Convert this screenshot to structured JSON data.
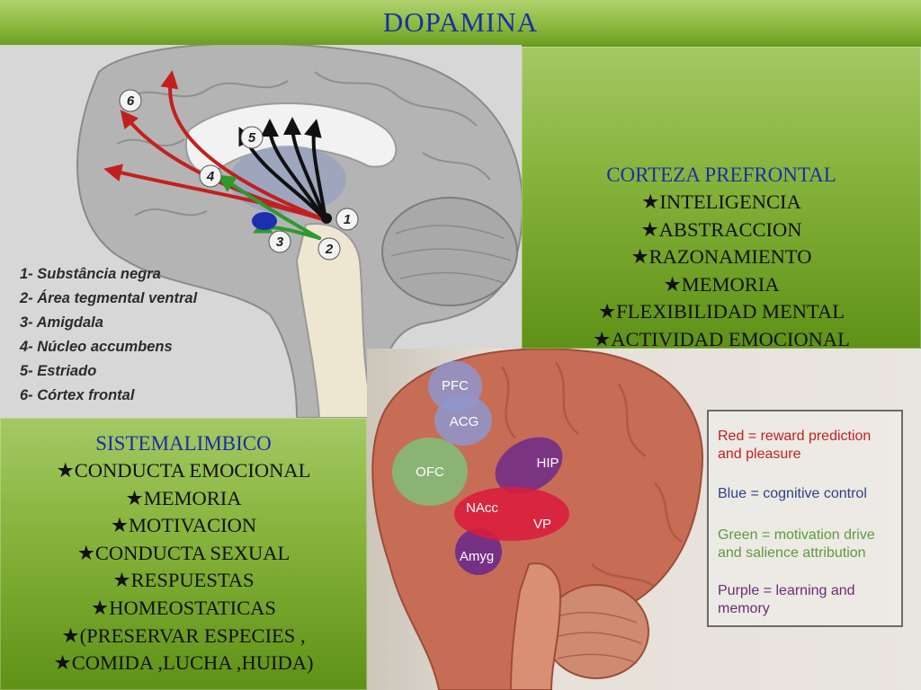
{
  "title": "DOPAMINA",
  "brain_diagram": {
    "markers": [
      "1",
      "2",
      "3",
      "4",
      "5",
      "6"
    ],
    "legend": [
      "1- Substância negra",
      "2- Área tegmental ventral",
      "3- Amigdala",
      "4- Núcleo accumbens",
      "5- Estriado",
      "6- Córtex frontal"
    ]
  },
  "cortex_box": {
    "heading": "CORTEZA PREFRONTAL",
    "items": [
      "★INTELIGENCIA",
      "★ABSTRACCION",
      "★RAZONAMIENTO",
      "★MEMORIA",
      "★FLEXIBILIDAD MENTAL",
      "★ACTIVIDAD EMOCIONAL"
    ]
  },
  "limbic_box": {
    "heading": "SISTEMALIMBICO",
    "items": [
      "★CONDUCTA EMOCIONAL",
      "★MEMORIA",
      "★MOTIVACION",
      "★CONDUCTA SEXUAL",
      "★RESPUESTAS",
      "★HOMEOSTATICAS",
      "★(PRESERVAR ESPECIES ,",
      "★COMIDA ,LUCHA ,HUIDA)"
    ]
  },
  "photo": {
    "regions": [
      "PFC",
      "ACG",
      "OFC",
      "HIP",
      "NAcc",
      "VP",
      "Amyg"
    ],
    "legend": {
      "red": "Red = reward prediction and pleasure",
      "blue": "Blue = cognitive control",
      "green": "Green = motivation drive and salience attribution",
      "purple": "Purple = learning and memory"
    }
  },
  "colors": {
    "heading": "#1a2fa6",
    "green_box": "#85b23a",
    "red": "#c2201e",
    "blue": "#2c3f8e",
    "green": "#5d9a3e",
    "purple": "#6c2c74"
  }
}
